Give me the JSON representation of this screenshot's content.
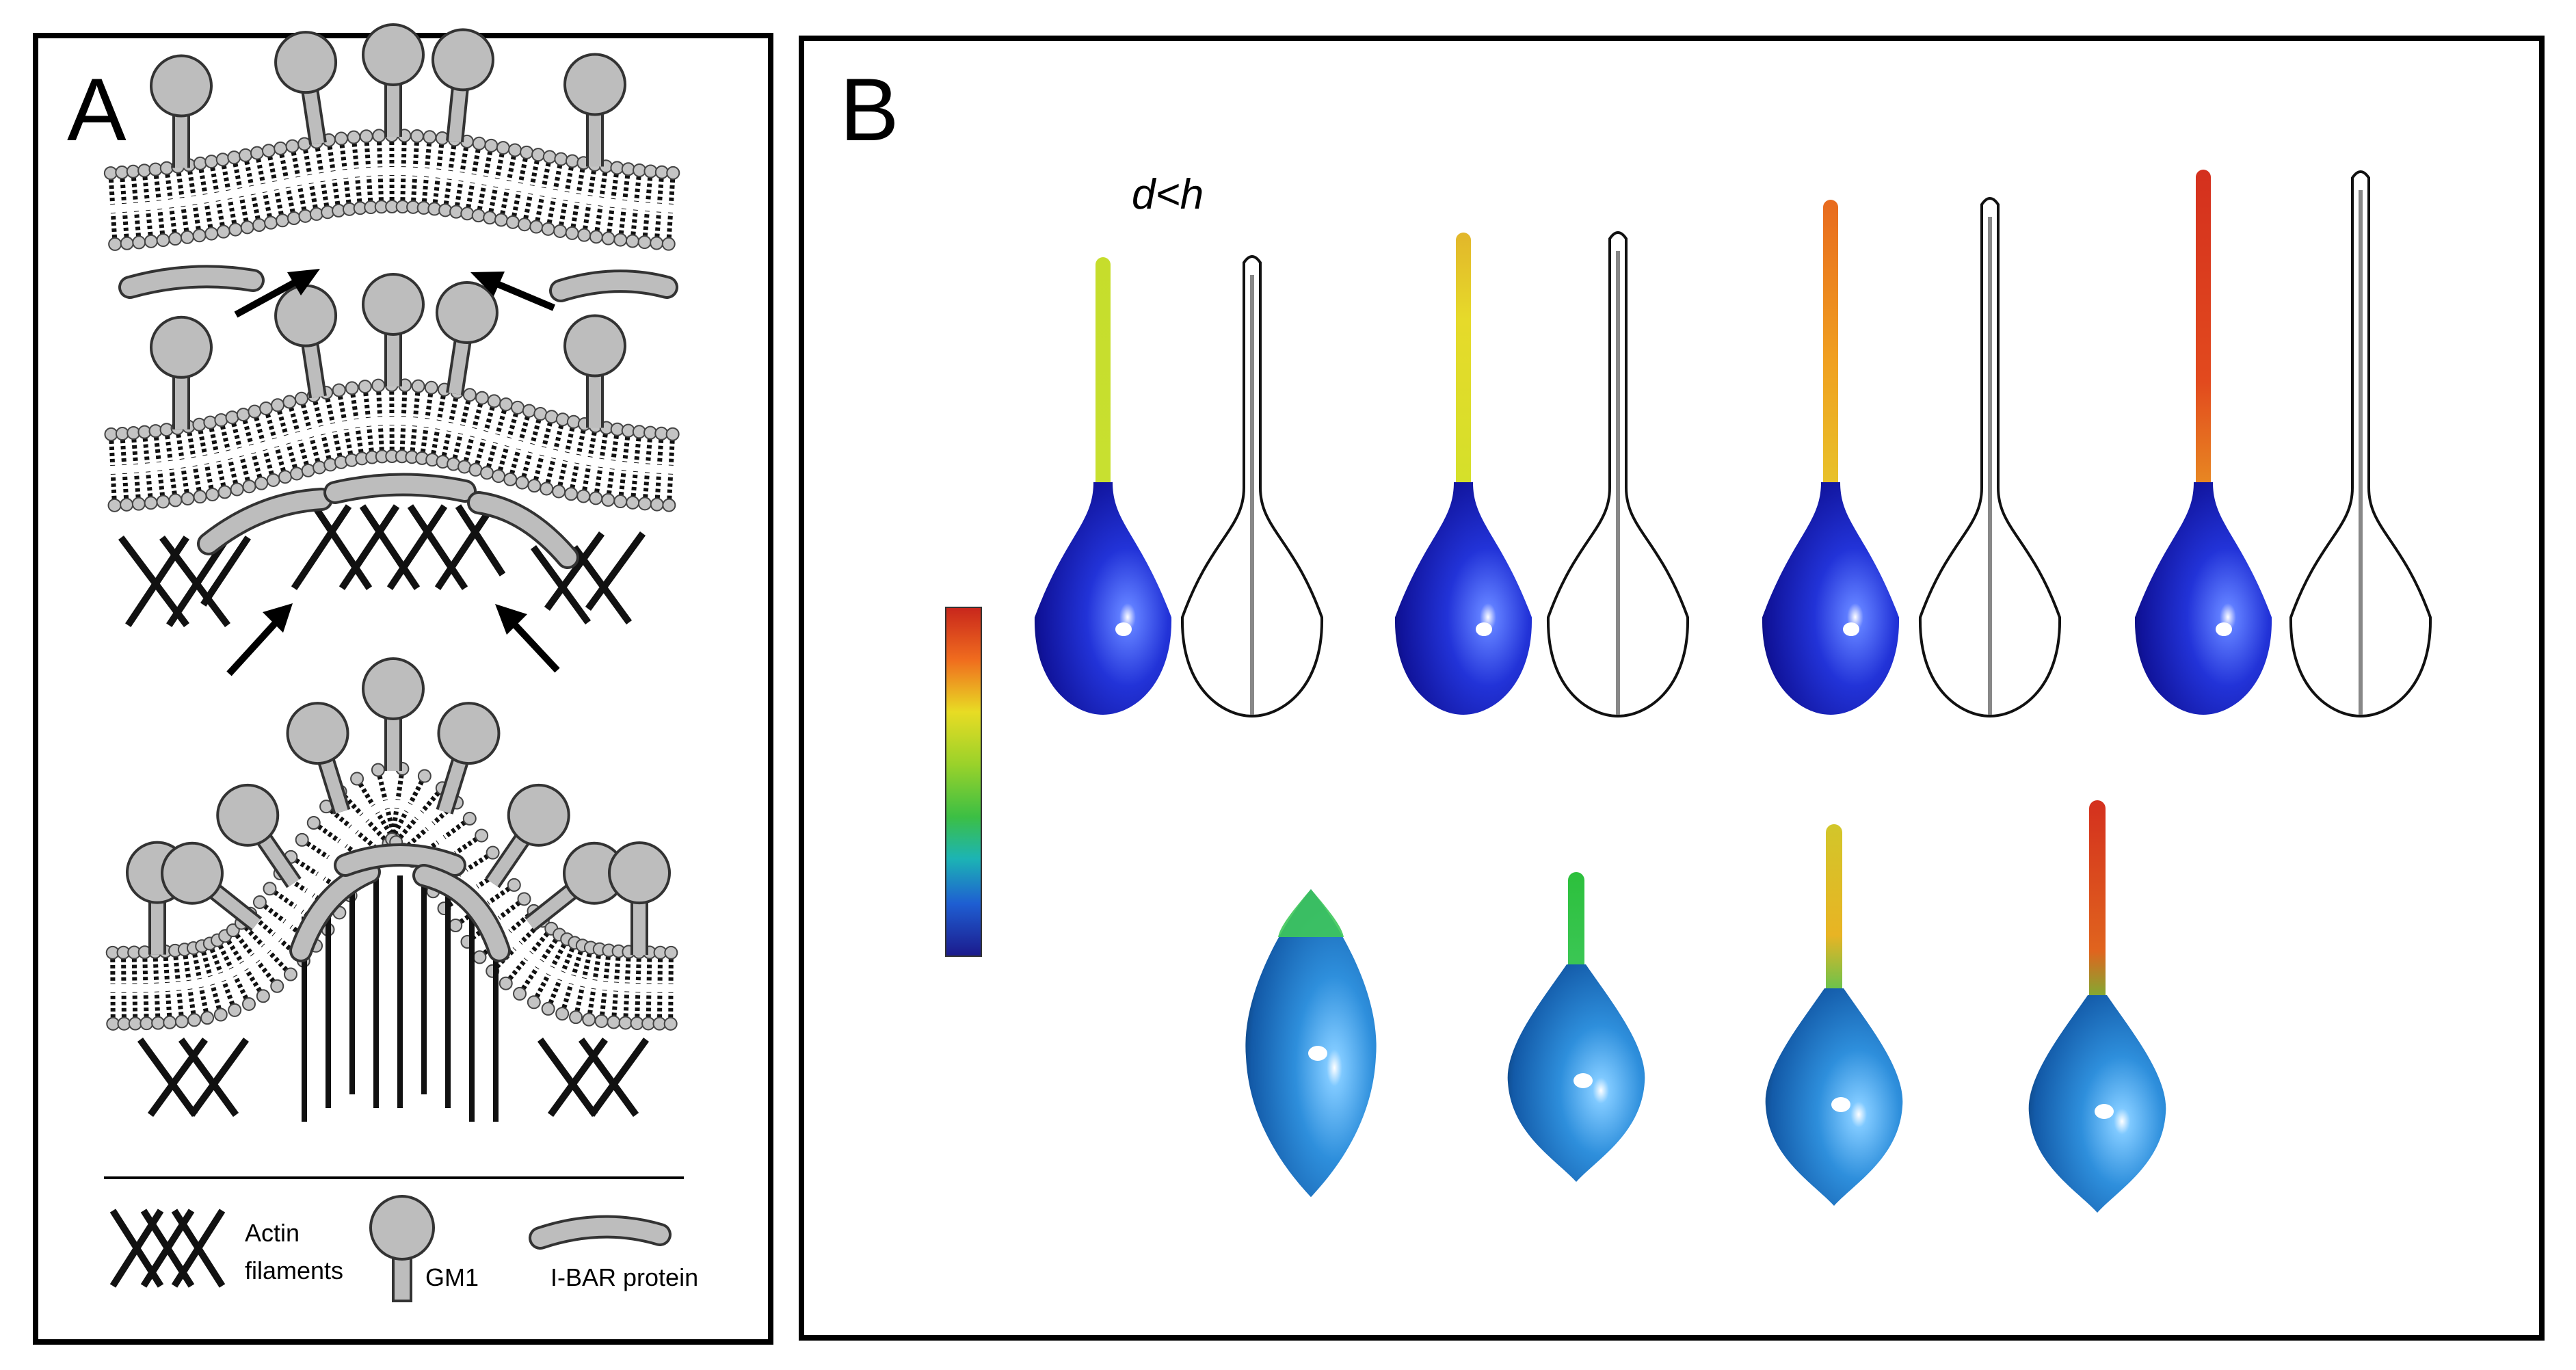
{
  "panel_a": {
    "letter": "A",
    "legend": {
      "actin_line1": "Actin",
      "actin_line2": "filaments",
      "gm1": "GM1",
      "ibar": "I-BAR protein"
    }
  },
  "panel_b": {
    "letter": "B",
    "condition": "d<h",
    "colorbar_colors": [
      "#d2321f",
      "#f0a020",
      "#e8e02a",
      "#4cc832",
      "#22a0c8",
      "#1a3fbf",
      "#1c1c9c"
    ]
  },
  "colors": {
    "membrane_gray": "#bdbdbd",
    "lipid_dark": "#1a1a1a",
    "blue_top_row": "#1e2fc8",
    "blue_bottom_row": "#2a7fd2",
    "frame": "#000000"
  }
}
